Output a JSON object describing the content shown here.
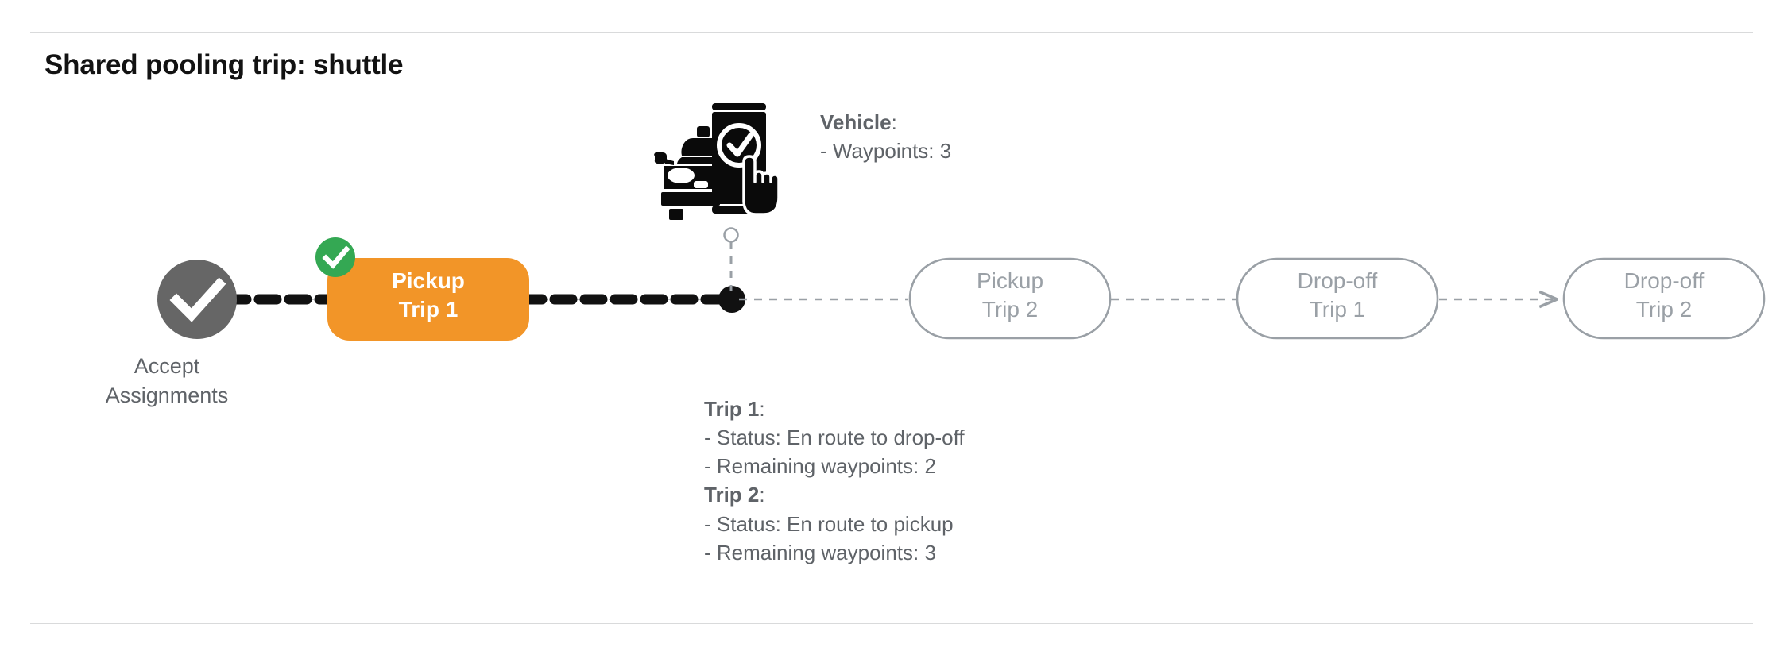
{
  "page": {
    "title": "Shared pooling trip: shuttle",
    "accent_orange": "#F29528",
    "accent_green": "#34A853",
    "node_gray": "#666666",
    "outline_gray": "#9AA0A6",
    "text_gray": "#5F6368",
    "rule_gray": "#D9DADB"
  },
  "flow": {
    "start_node": {
      "name": "accept-assignments",
      "icon": "check-circle-icon",
      "label_line1": "Accept",
      "label_line2": "Assignments",
      "state": "completed"
    },
    "nodes": [
      {
        "id": "pickup-trip-1",
        "line1": "Pickup",
        "line2": "Trip 1",
        "state": "completed",
        "badge": "check-badge-icon",
        "style": "filled-orange"
      },
      {
        "id": "pickup-trip-2",
        "line1": "Pickup",
        "line2": "Trip 2",
        "state": "upcoming",
        "style": "outlined"
      },
      {
        "id": "dropoff-trip-1",
        "line1": "Drop-off",
        "line2": "Trip 1",
        "state": "upcoming",
        "style": "outlined"
      },
      {
        "id": "dropoff-trip-2",
        "line1": "Drop-off",
        "line2": "Trip 2",
        "state": "upcoming",
        "style": "outlined"
      }
    ],
    "current_position_marker": "vehicle-position-dot"
  },
  "vehicle": {
    "icon": "car-with-phone-check-icon",
    "heading": "Vehicle",
    "heading_suffix": ":",
    "detail_waypoints": "- Waypoints: 3"
  },
  "trips": [
    {
      "heading": "Trip 1",
      "heading_suffix": ":",
      "status": "- Status:  En route to drop-off",
      "remaining": "- Remaining waypoints: 2"
    },
    {
      "heading": "Trip 2",
      "heading_suffix": ":",
      "status": "- Status:  En route to pickup",
      "remaining": "- Remaining waypoints: 3"
    }
  ]
}
